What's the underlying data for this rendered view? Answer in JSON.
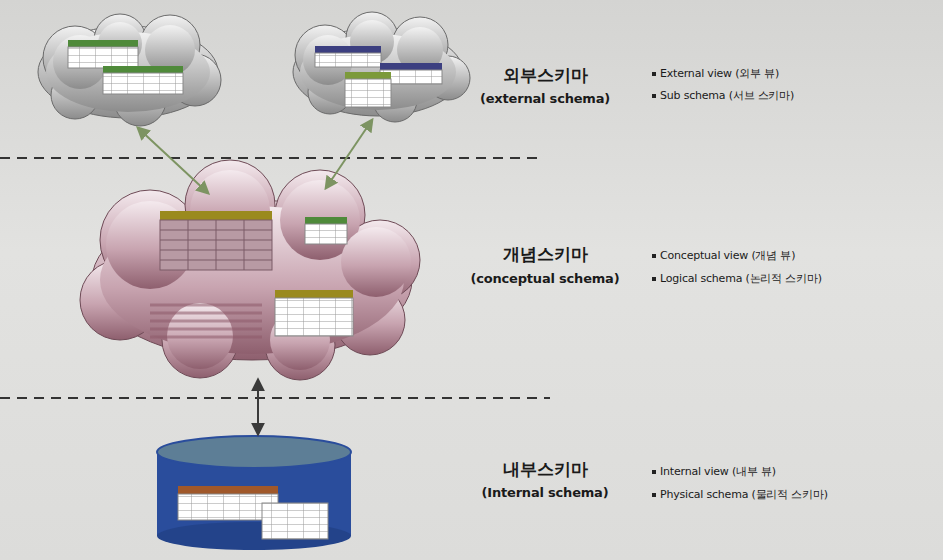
{
  "diagram": {
    "labels": [
      "외부스키마",
      "(external schema)",
      "External view (외부 뷰)",
      "Sub schema (서브 스키마)",
      "개념스키마",
      "(conceptual schema)",
      "Conceptual view (개념 뷰)",
      "Logical schema (논리적 스키마)",
      "내부스키마",
      "(Internal schema)",
      "Internal view (내부 뷰)",
      "Physical schema (물리적 스키마)"
    ]
  }
}
